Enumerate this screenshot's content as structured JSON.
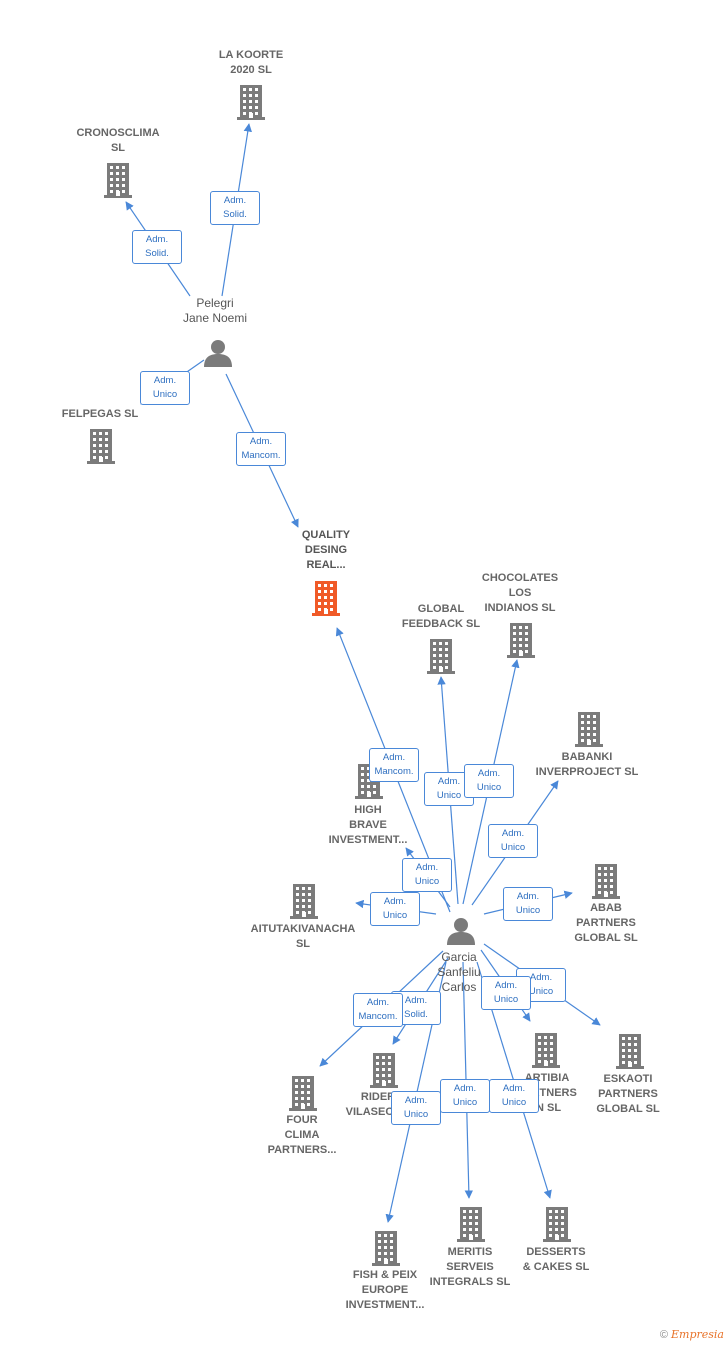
{
  "colors": {
    "building": "#7b7b7b",
    "focus": "#f05a28",
    "edge": "#4a88d8",
    "person": "#7b7b7b"
  },
  "credit": {
    "symbol": "©",
    "brand": "Empresia"
  },
  "people": [
    {
      "id": "pelegri",
      "label": "Pelegri\nJane Noemi"
    },
    {
      "id": "garcia",
      "label": "Garcia\nSanfeliu\nCarlos"
    }
  ],
  "companies": [
    {
      "id": "lakoorte",
      "label": "LA KOORTE\n2020  SL"
    },
    {
      "id": "cronosclima",
      "label": "CRONOSCLIMA\nSL"
    },
    {
      "id": "felpegas",
      "label": "FELPEGAS  SL"
    },
    {
      "id": "quality",
      "label": "QUALITY\nDESING\nREAL...",
      "focus": true
    },
    {
      "id": "global",
      "label": "GLOBAL\nFEEDBACK SL"
    },
    {
      "id": "chocolates",
      "label": "CHOCOLATES\nLOS\nINDIANOS  SL"
    },
    {
      "id": "babanki",
      "label": "BABANKI\nINVERPROJECT SL"
    },
    {
      "id": "high",
      "label": "HIGH\nBRAVE\nINVESTMENT..."
    },
    {
      "id": "abab",
      "label": "ABAB\nPARTNERS\nGLOBAL  SL"
    },
    {
      "id": "aitutaki",
      "label": "AITUTAKIVANACHA\nSL"
    },
    {
      "id": "eskaoti",
      "label": "ESKAOTI\nPARTNERS\nGLOBAL  SL"
    },
    {
      "id": "artibia",
      "label": "ARTIBIA\nPARTNERS\nIN  SL"
    },
    {
      "id": "rider",
      "label": "RIDER\nVILASECA..."
    },
    {
      "id": "four",
      "label": "FOUR\nCLIMA\nPARTNERS..."
    },
    {
      "id": "fish",
      "label": "FISH & PEIX\nEUROPE\nINVESTMENT..."
    },
    {
      "id": "meritis",
      "label": "MERITIS\nSERVEIS\nINTEGRALS  SL"
    },
    {
      "id": "desserts",
      "label": "DESSERTS\n& CAKES SL"
    }
  ],
  "relations": [
    {
      "from": "pelegri",
      "to": "lakoorte",
      "role": "Adm.\nSolid."
    },
    {
      "from": "pelegri",
      "to": "cronosclima",
      "role": "Adm.\nSolid."
    },
    {
      "from": "pelegri",
      "to": "felpegas",
      "role": "Adm.\nUnico"
    },
    {
      "from": "pelegri",
      "to": "quality",
      "role": "Adm.\nMancom."
    },
    {
      "from": "garcia",
      "to": "quality",
      "role": "Adm.\nMancom."
    },
    {
      "from": "garcia",
      "to": "global",
      "role": "Adm.\nUnico"
    },
    {
      "from": "garcia",
      "to": "chocolates",
      "role": "Adm.\nUnico"
    },
    {
      "from": "garcia",
      "to": "babanki",
      "role": "Adm.\nUnico"
    },
    {
      "from": "garcia",
      "to": "high",
      "role": "Adm.\nUnico"
    },
    {
      "from": "garcia",
      "to": "aitutaki",
      "role": "Adm.\nUnico"
    },
    {
      "from": "garcia",
      "to": "abab",
      "role": "Adm.\nUnico"
    },
    {
      "from": "garcia",
      "to": "eskaoti",
      "role": "Adm.\nUnico"
    },
    {
      "from": "garcia",
      "to": "artibia",
      "role": "Adm.\nUnico"
    },
    {
      "from": "garcia",
      "to": "rider",
      "role": "Adm.\nSolid."
    },
    {
      "from": "garcia",
      "to": "four",
      "role": "Adm.\nMancom."
    },
    {
      "from": "garcia",
      "to": "fish",
      "role": "Adm.\nUnico"
    },
    {
      "from": "garcia",
      "to": "meritis",
      "role": "Adm.\nUnico"
    },
    {
      "from": "garcia",
      "to": "desserts",
      "role": "Adm.\nUnico"
    }
  ]
}
